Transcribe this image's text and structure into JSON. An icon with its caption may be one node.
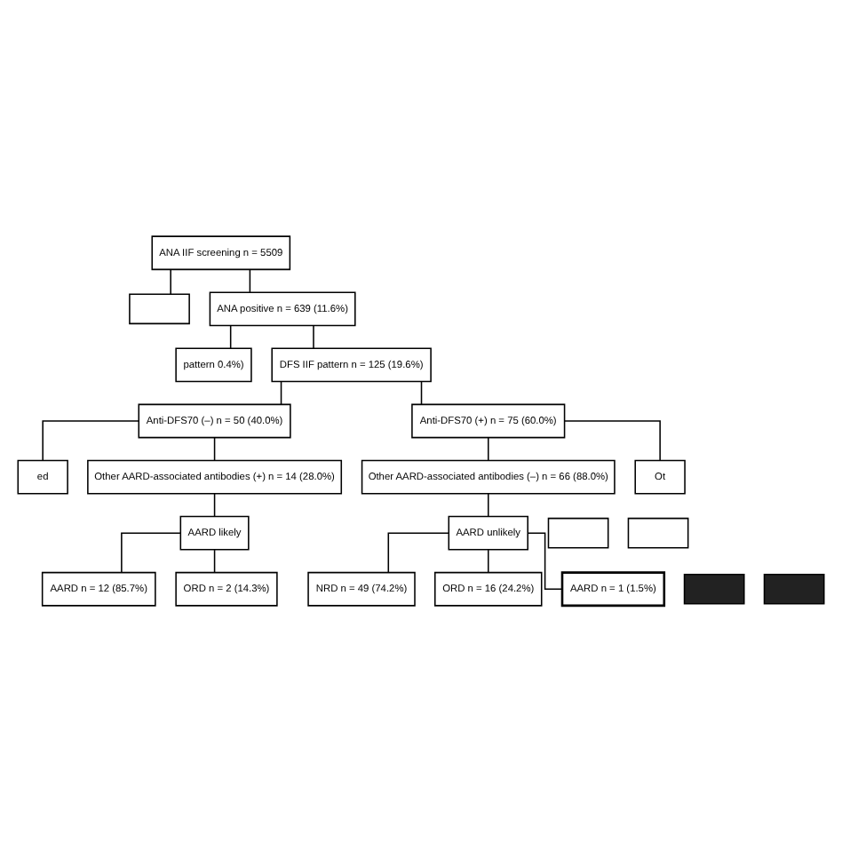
{
  "diagram": {
    "nodes": [
      {
        "text": [
          "ANA IIF screening n = 5509"
        ]
      },
      {
        "text": [],
        "shape": "box"
      },
      {
        "text": [
          "ANA positive n = 639 (11.6%)"
        ]
      },
      {
        "text": [
          "pattern 0.4%)"
        ]
      },
      {
        "text": [
          "DFS IIF pattern n = 125 (19.6%)"
        ]
      },
      {
        "text": [
          "Anti-DFS70 (–) n = 50 (40.0%)"
        ]
      },
      {
        "text": [
          "Anti-DFS70 (+) n = 75 (60.0%)"
        ]
      },
      {
        "text": [
          "ed"
        ]
      },
      {
        "text": [
          "Other AARD-associated antibodies (+) n = 14 (28.0%)"
        ]
      },
      {
        "text": [
          "Other AARD-associated antibodies (–) n = 66 (88.0%)"
        ]
      },
      {
        "text": [
          "Ot"
        ]
      },
      {
        "text": [],
        "shape": "box"
      },
      {
        "text": [
          "AARD likely"
        ]
      },
      {
        "text": [
          "AARD unlikely"
        ]
      },
      {
        "text": [],
        "shape": "box"
      },
      {
        "text": [
          "AARD n = 12 (85.7%)"
        ]
      },
      {
        "text": [
          "ORD n = 2 (14.3%)"
        ]
      },
      {
        "text": [
          "NRD n = 49 (74.2%)"
        ]
      },
      {
        "text": [
          "ORD n = 16 (24.2%)"
        ]
      },
      {
        "text": [
          "AARD n = 1 (1.5%)"
        ]
      },
      {
        "text": [],
        "shape": "box"
      },
      {
        "text": [],
        "shape": "box"
      }
    ],
    "edges": [
      {
        "from": 0,
        "to": 1,
        "arrow": "none"
      },
      {
        "from": 0,
        "to": 2,
        "arrow": "none"
      },
      {
        "from": 2,
        "to": 3,
        "arrow": "none"
      },
      {
        "from": 2,
        "to": 4,
        "arrow": "none"
      },
      {
        "from": 4,
        "to": 5,
        "arrow": "none"
      },
      {
        "from": 4,
        "to": 6,
        "arrow": "none"
      },
      {
        "from": 5,
        "to": 7,
        "arrow": "none"
      },
      {
        "from": 5,
        "to": 8,
        "arrow": "none"
      },
      {
        "from": 6,
        "to": 9,
        "arrow": "none"
      },
      {
        "from": 6,
        "to": 10,
        "arrow": "none"
      },
      {
        "from": 8,
        "to": 12,
        "arrow": "none"
      },
      {
        "from": 9,
        "to": 13,
        "arrow": "none"
      },
      {
        "from": 12,
        "to": 15,
        "arrow": "none"
      },
      {
        "from": 12,
        "to": 16,
        "arrow": "none"
      },
      {
        "from": 13,
        "to": 17,
        "arrow": "none"
      },
      {
        "from": 13,
        "to": 18,
        "arrow": "none"
      },
      {
        "from": 13,
        "to": 19,
        "arrow": "none"
      }
    ]
  }
}
